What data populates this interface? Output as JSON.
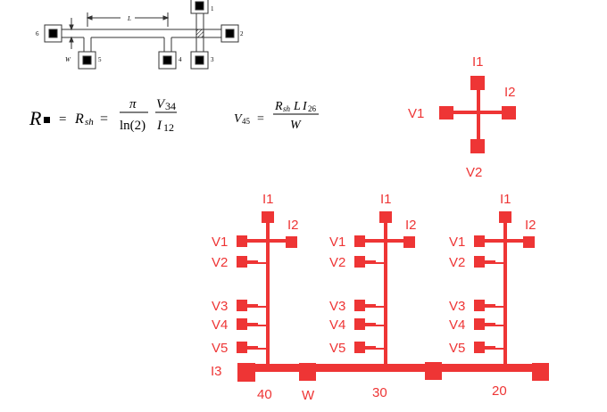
{
  "colors": {
    "accent": "#ee3535",
    "ink": "#000000"
  },
  "schematic": {
    "pad_numbers": [
      "1",
      "2",
      "3",
      "4",
      "5",
      "6"
    ],
    "length_label": "L",
    "width_label": "W"
  },
  "equations": {
    "eq1": {
      "lhs": "R",
      "eq": "=",
      "rsh": "R",
      "rsh_sub": "sh",
      "eq2": "=",
      "num1": "π",
      "den1": "ln(2)",
      "num2": "V",
      "num2_sub": "34",
      "den2": "I",
      "den2_sub": "12"
    },
    "eq2": {
      "lhs": "V",
      "lhs_sub": "45",
      "eq": "=",
      "num_r": "R",
      "num_r_sub": "sh",
      "num_l": "L",
      "num_i": "I",
      "num_i_sub": "26",
      "den": "W"
    }
  },
  "cross": {
    "top": "I1",
    "right": "I2",
    "left": "V1",
    "bottom": "V2"
  },
  "hall_bars": [
    {
      "i1": "I1",
      "i2": "I2",
      "v": [
        "V1",
        "V2",
        "V3",
        "V4",
        "V5"
      ],
      "width_label": "40"
    },
    {
      "i1": "I1",
      "i2": "I2",
      "v": [
        "V1",
        "V2",
        "V3",
        "V4",
        "V5"
      ],
      "width_label": "30"
    },
    {
      "i1": "I1",
      "i2": "I2",
      "v": [
        "V1",
        "V2",
        "V3",
        "V4",
        "V5"
      ],
      "width_label": "20"
    }
  ],
  "bus": {
    "i3": "I3",
    "w_label": "W"
  }
}
